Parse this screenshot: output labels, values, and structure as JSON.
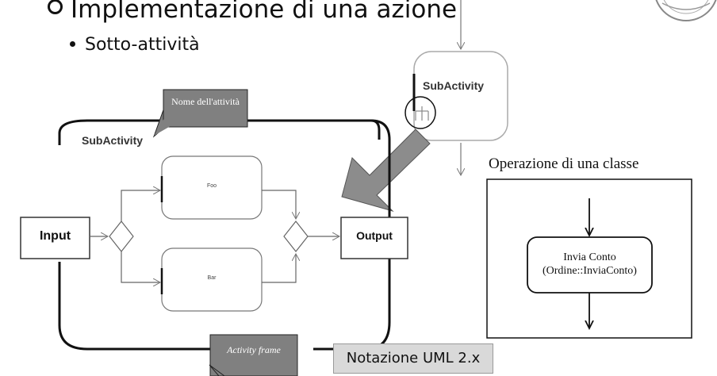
{
  "slide": {
    "heading": "Implementazione di una azione",
    "bullet": "Sotto-attività",
    "note": "Notazione UML 2.x"
  },
  "callouts": {
    "nome_attivita": "Nome dell'attività",
    "activity_frame": "Activity frame"
  },
  "diagram": {
    "frame_title": "SubActivity",
    "input_label": "Input",
    "output_label": "Output",
    "foo_label": "Foo",
    "bar_label": "Bar",
    "subactivity_label": "SubActivity"
  },
  "class_operation": {
    "title": "Operazione di una classe",
    "action_line1": "Invia Conto",
    "action_line2": "(Ordine::InviaConto)"
  },
  "colors": {
    "callout_fill": "#808080",
    "arrow_fill": "#8c8c8c"
  }
}
